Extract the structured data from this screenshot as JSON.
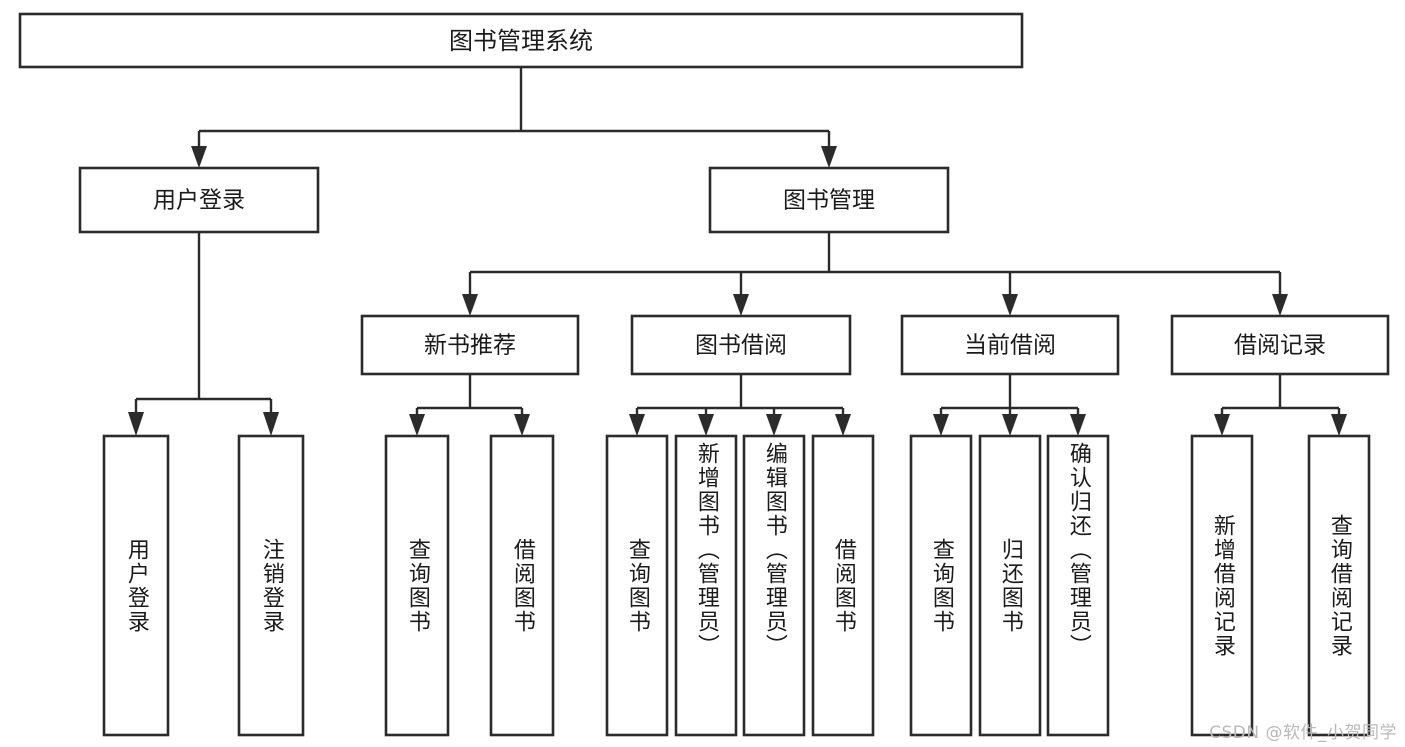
{
  "diagram": {
    "kind": "function-structure-tree",
    "title": "图书管理系统",
    "orientation": "top-down",
    "background_color": "#ffffff",
    "line_color": "#2b2b2b",
    "box_fill": "#ffffff",
    "text_color": "#1b1b1b",
    "levels": 4,
    "root": {
      "id": "root",
      "label": "图书管理系统"
    },
    "level2": [
      {
        "id": "user-login",
        "label": "用户登录"
      },
      {
        "id": "book-manage",
        "label": "图书管理"
      }
    ],
    "level3": [
      {
        "id": "new-book-recommend",
        "label": "新书推荐",
        "parent": "book-manage"
      },
      {
        "id": "book-borrow",
        "label": "图书借阅",
        "parent": "book-manage"
      },
      {
        "id": "current-borrow",
        "label": "当前借阅",
        "parent": "book-manage"
      },
      {
        "id": "borrow-record",
        "label": "借阅记录",
        "parent": "book-manage"
      }
    ],
    "leaves": {
      "user_login": [
        {
          "id": "leaf-user-login",
          "label": "用户登录"
        },
        {
          "id": "leaf-logout-login",
          "label": "注销登录"
        }
      ],
      "new_book_recommend": [
        {
          "id": "leaf-query-book-1",
          "label": "查询图书"
        },
        {
          "id": "leaf-borrow-book-1",
          "label": "借阅图书"
        }
      ],
      "book_borrow": [
        {
          "id": "leaf-query-book-2",
          "label": "查询图书"
        },
        {
          "id": "leaf-add-book",
          "label": "新增图书（管理员）"
        },
        {
          "id": "leaf-edit-book",
          "label": "编辑图书（管理员）"
        },
        {
          "id": "leaf-borrow-book-2",
          "label": "借阅图书"
        }
      ],
      "current_borrow": [
        {
          "id": "leaf-query-book-3",
          "label": "查询图书"
        },
        {
          "id": "leaf-return-book",
          "label": "归还图书"
        },
        {
          "id": "leaf-confirm-return",
          "label": "确认归还（管理员）"
        }
      ],
      "borrow_record": [
        {
          "id": "leaf-add-record",
          "label": "新增借阅记录"
        },
        {
          "id": "leaf-query-record",
          "label": "查询借阅记录"
        }
      ]
    }
  },
  "watermark": {
    "text": "CSDN @软件_小贺同学"
  }
}
